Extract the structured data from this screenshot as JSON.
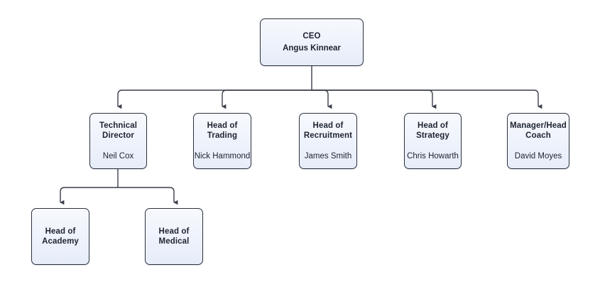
{
  "chart": {
    "type": "org-chart",
    "title": "",
    "background_color": "#ffffff",
    "node_fill_top": "#f7f9fe",
    "node_fill_bottom": "#e6ecf9",
    "node_border_color": "#2b3240",
    "connector_color": "#3a3f4a",
    "text_color": "#1d2330"
  },
  "nodes": {
    "ceo": {
      "title": "CEO",
      "person": "Angus Kinnear"
    },
    "technical_director": {
      "title": "Technical\nDirector",
      "person": "Neil Cox"
    },
    "head_of_trading": {
      "title": "Head of\nTrading",
      "person": "Nick Hammond"
    },
    "head_of_recruitment": {
      "title": "Head of\nRecruitment",
      "person": "James Smith"
    },
    "head_of_strategy": {
      "title": "Head of\nStrategy",
      "person": "Chris Howarth"
    },
    "manager_head_coach": {
      "title": "Manager/Head\nCoach",
      "person": "David Moyes"
    },
    "head_of_academy": {
      "title": "Head of\nAcademy",
      "person": ""
    },
    "head_of_medical": {
      "title": "Head of\nMedical",
      "person": ""
    }
  }
}
